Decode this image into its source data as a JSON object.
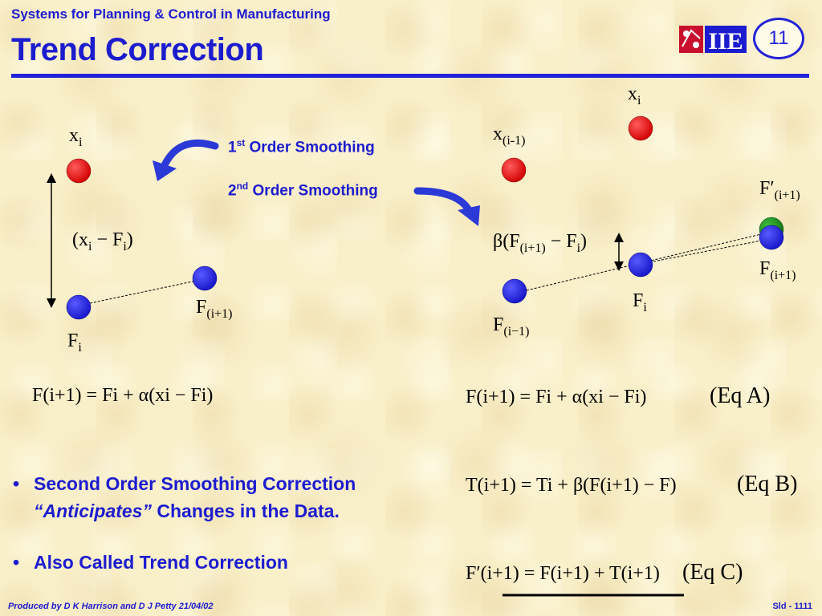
{
  "header": {
    "subtitle": "Systems for Planning & Control in Manufacturing",
    "title": "Trend Correction",
    "slide_number": "11",
    "logo_text": "IIE"
  },
  "left_diagram": {
    "x_label": "x",
    "x_sub": "i",
    "diff_label": "(x",
    "diff_mid": " − F",
    "diff_end": ")",
    "diff_sub1": "i",
    "diff_sub2": "i",
    "f_next_label": "F",
    "f_next_sub": "(i+1)",
    "f_label": "F",
    "f_sub": "i",
    "equation": "F(i+1) = Fi + α(xi − Fi)"
  },
  "arrows": {
    "first_order": "1",
    "first_order_sup": "st",
    "first_order_rest": " Order Smoothing",
    "second_order": "2",
    "second_order_sup": "nd",
    "second_order_rest": " Order Smoothing"
  },
  "right_diagram": {
    "x_label": "x",
    "x_sub": "i",
    "x_prev_label": "x",
    "x_prev_sub": "(i-1)",
    "fprime_label": "F′",
    "fprime_sub": "(i+1)",
    "beta_label": "β(F",
    "beta_sub": "(i+1)",
    "beta_mid": " − F",
    "beta_sub2": "i",
    "beta_end": ")",
    "f_next_label": "F",
    "f_next_sub": "(i+1)",
    "f_label": "F",
    "f_sub": "i",
    "f_prev_label": "F",
    "f_prev_sub": "(i−1)"
  },
  "equations": {
    "eq_a": "F(i+1) = Fi + α(xi − Fi)",
    "eq_a_tag": "(Eq A)",
    "eq_b": "T(i+1) = Ti + β(F(i+1) − F)",
    "eq_b_tag": "(Eq B)",
    "eq_c": "F′(i+1) = F(i+1) + T(i+1)",
    "eq_c_tag": "(Eq C)"
  },
  "bullets": {
    "b1_line1": "Second Order Smoothing Correction",
    "b1_italic": "“Anticipates”",
    "b1_rest": " Changes in the Data.",
    "b2": "Also Called Trend Correction"
  },
  "footer": {
    "left": "Produced by D K Harrison and D J Petty 21/04/02",
    "right": "Sld - 1111"
  },
  "colors": {
    "background": "#f9efc9",
    "accent_blue": "#1c1ccf",
    "red_point": "#e60000",
    "blue_point": "#2424d8",
    "green_point": "#1a8a1a"
  }
}
